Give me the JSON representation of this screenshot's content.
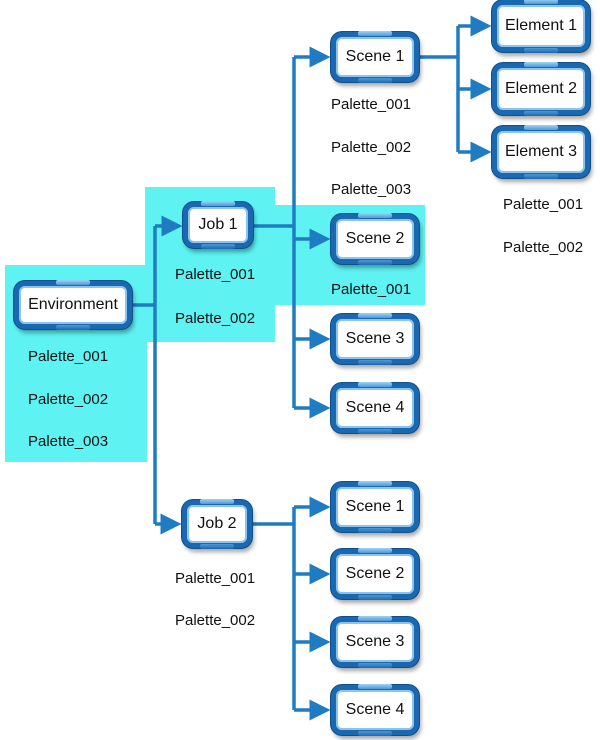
{
  "colors": {
    "highlight": "#5ef2f2",
    "connector": "#1f7cc2",
    "node_border": "#1a68b0"
  },
  "nodes": {
    "environment": {
      "label": "Environment",
      "palettes": [
        "Palette_001",
        "Palette_002",
        "Palette_003"
      ]
    },
    "job1": {
      "label": "Job 1",
      "palettes": [
        "Palette_001",
        "Palette_002"
      ]
    },
    "job2": {
      "label": "Job 2",
      "palettes": [
        "Palette_001",
        "Palette_002"
      ]
    },
    "job1_scenes": [
      {
        "label": "Scene 1",
        "palettes": [
          "Palette_001",
          "Palette_002",
          "Palette_003"
        ]
      },
      {
        "label": "Scene 2",
        "palettes": [
          "Palette_001"
        ]
      },
      {
        "label": "Scene 3"
      },
      {
        "label": "Scene 4"
      }
    ],
    "job2_scenes": [
      {
        "label": "Scene 1"
      },
      {
        "label": "Scene 2"
      },
      {
        "label": "Scene 3"
      },
      {
        "label": "Scene 4"
      }
    ],
    "elements": {
      "items": [
        "Element 1",
        "Element 2",
        "Element 3"
      ],
      "palettes": [
        "Palette_001",
        "Palette_002"
      ]
    }
  }
}
